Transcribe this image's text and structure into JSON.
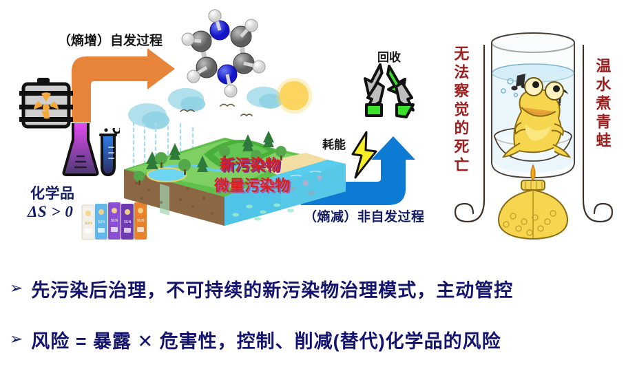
{
  "slide": {
    "background_color": "#ffffff",
    "navy": "#14146e",
    "red": "#d92020",
    "dark_red": "#9c2020",
    "orange": "#e8833a",
    "blue": "#0d7bd4",
    "yellow": "#f7ee28"
  },
  "diagram": {
    "labels": {
      "entropy_increase": "（熵增）自发过程",
      "entropy_decrease": "（熵减）非自发过程",
      "chemicals": "化学品",
      "delta_s": "ΔS > 0",
      "energy_consumption": "耗能",
      "recycle": "回收",
      "new_pollutants": "新污染物",
      "trace_pollutants": "微量污染物"
    },
    "icons": {
      "spontaneous_arrow": "orange-elbow-arrow-icon",
      "nonspontaneous_arrow": "blue-elbow-arrow-icon",
      "lightning": "lightning-bolt-icon",
      "recycle": "recycle-symbol-icon",
      "molecule": "molecule-ball-and-stick-icon",
      "barrel": "hazard-barrel-icon",
      "flask": "erlenmeyer-flask-icon",
      "test_tube": "test-tube-icon",
      "sunscreen": "sunscreen-tubes-icon",
      "ecosystem": "isometric-ecosystem-block-icon",
      "sun": "sun-icon",
      "cloud": "cloud-icon"
    }
  },
  "frog_panel": {
    "left_text": "无法察觉的死亡",
    "right_text": "温水煮青蛙",
    "illustration": "boiling-frog-illustration"
  },
  "bullets": [
    {
      "marker": "➢",
      "text": "先污染后治理，不可持续的新污染物治理模式，主动管控"
    },
    {
      "marker": "➢",
      "text": "风险 = 暴露 ✕ 危害性，控制、削减(替代)化学品的风险"
    }
  ]
}
